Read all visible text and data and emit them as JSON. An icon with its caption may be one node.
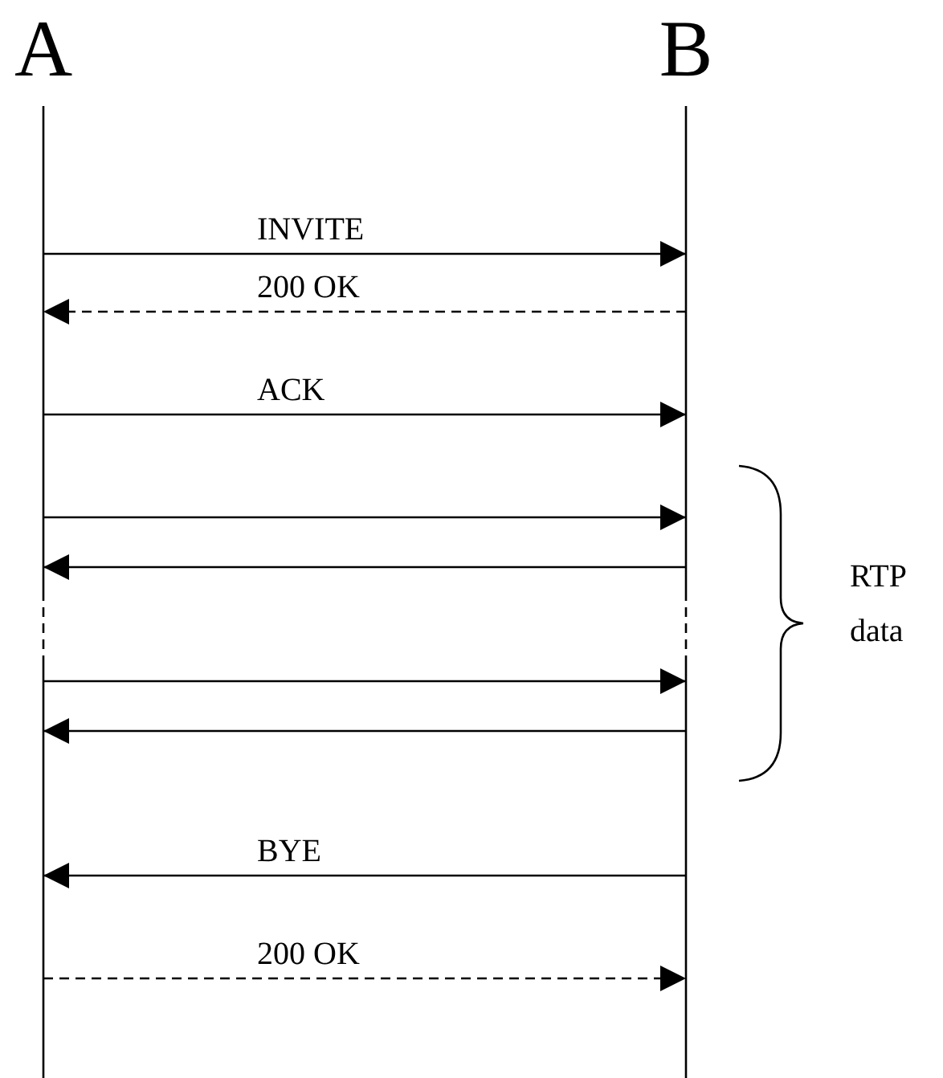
{
  "diagram": {
    "nodes": [
      {
        "text": [
          "A"
        ]
      },
      {
        "text": [
          "B"
        ]
      }
    ],
    "edges": [
      {
        "from": 0,
        "to": 1,
        "arrow": "to",
        "label": "INVITE"
      },
      {
        "from": 1,
        "to": 0,
        "arrow": "to",
        "label": "200 OK",
        "style": "dashed"
      },
      {
        "from": 0,
        "to": 1,
        "arrow": "to",
        "label": "ACK"
      },
      {
        "from": 0,
        "to": 1,
        "arrow": "to"
      },
      {
        "from": 1,
        "to": 0,
        "arrow": "to"
      },
      {
        "from": 0,
        "to": 1,
        "arrow": "to"
      },
      {
        "from": 1,
        "to": 0,
        "arrow": "to"
      },
      {
        "from": 1,
        "to": 0,
        "arrow": "to",
        "label": "BYE"
      },
      {
        "from": 0,
        "to": 1,
        "arrow": "to",
        "label": "200 OK",
        "style": "dashed"
      }
    ],
    "labels": [
      "RTP data"
    ]
  }
}
